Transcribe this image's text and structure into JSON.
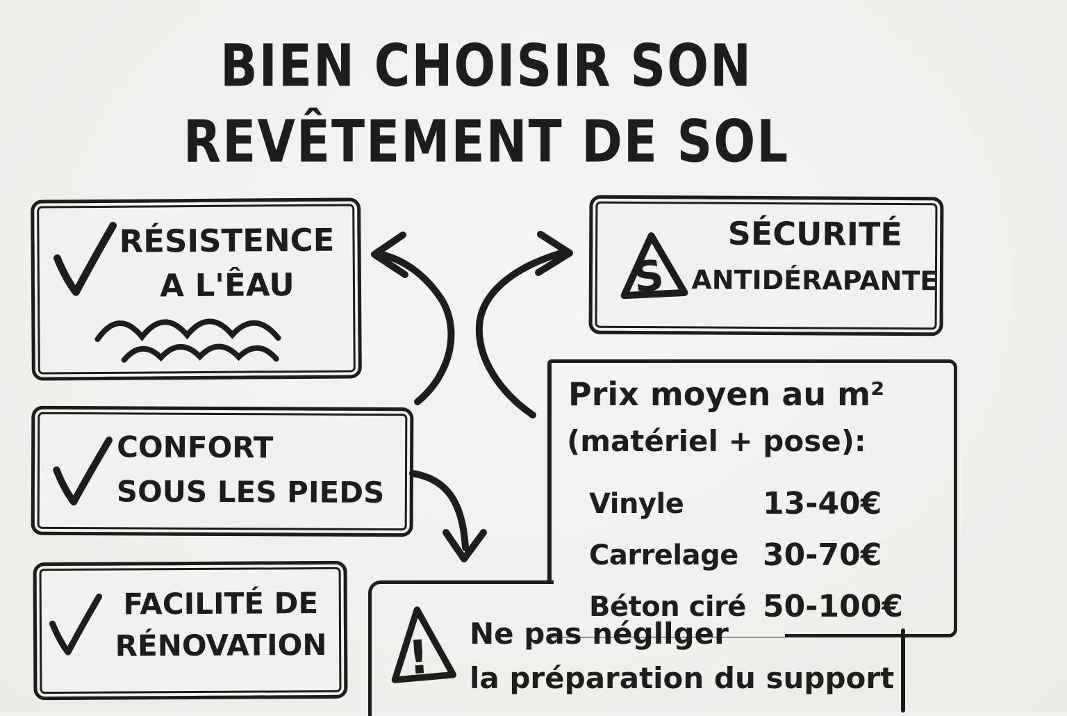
{
  "colors": {
    "paper": "#f2f1ed",
    "ink": "#1e1d1b"
  },
  "title": {
    "line1": "BIEN CHOISIR SON",
    "line2": "REVÊTEMENT DE SOL"
  },
  "criteria": [
    {
      "line1": "RÉSISTENCE",
      "line2": "A L'ÊAU",
      "icons": [
        "checkmark-icon",
        "water-waves-icon"
      ]
    },
    {
      "line1": "CONFORT",
      "line2": "SOUS LES PIEDS",
      "icons": [
        "checkmark-icon"
      ]
    },
    {
      "line1": "FACILITÉ DE",
      "line2": "RÉNOVATION",
      "icons": [
        "checkmark-icon"
      ]
    }
  ],
  "security_box": {
    "line1": "SÉCURITÉ",
    "line2": "ANTIDÉRAPANTE",
    "icon": "slip-warning-triangle-icon",
    "icon_letter": "S"
  },
  "price_box": {
    "heading_line1": "Prix moyen au m²",
    "heading_line2": "(matériel + pose):",
    "rows": [
      {
        "name": "Vinyle",
        "range": "13-40€"
      },
      {
        "name": "Carrelage",
        "range": "30-70€"
      },
      {
        "name": "Béton ciré",
        "range": "50-100€"
      }
    ]
  },
  "warning_box": {
    "line1": "Ne pas négllger",
    "line2": "la préparation du support",
    "icon": "warning-triangle-icon",
    "icon_mark": "!"
  }
}
